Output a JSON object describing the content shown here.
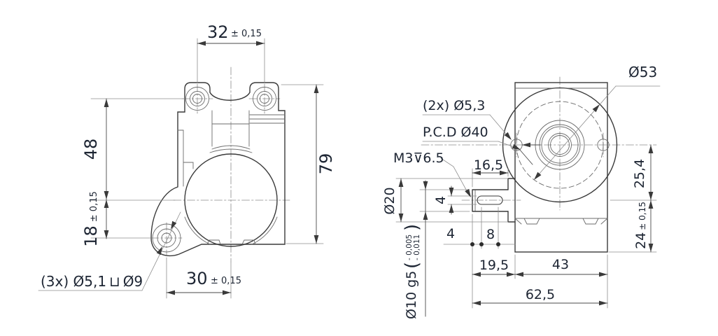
{
  "page": {
    "background": "#ffffff",
    "description": "Engineering drawing of a gearmotor, front and side orthographic views with dimensions"
  },
  "drawing": {
    "colors": {
      "outline": "#3a3a3a",
      "thin_line": "#6b6b6b",
      "aux_line": "#8d8d8d",
      "text": "#1d2533"
    },
    "front_view": {
      "dim_width_top": {
        "value": "32",
        "tol": "± 0,15"
      },
      "dim_height_upper": {
        "value": "48"
      },
      "dim_height_lower": {
        "value": "18",
        "tol": "± 0,15"
      },
      "dim_height_overall": {
        "value": "79"
      },
      "dim_width_bottom": {
        "value": "30",
        "tol": "± 0,15"
      },
      "note_mount_holes": {
        "prefix": "(3x) Ø5,1",
        "counterbore_symbol": "⊔",
        "counterbore_dia": "Ø9"
      }
    },
    "side_view": {
      "label_housing_dia": "Ø53",
      "label_flange_holes": "(2x) Ø5,3",
      "label_pitch_circle": "P.C.D Ø40",
      "label_tapped_hole": "M3⊽6.5",
      "dim_shaft_length": "16,5",
      "dim_boss_dia": "Ø20",
      "dim_key_width": "4",
      "dim_key_offset": "4",
      "dim_key_length": "8",
      "dim_shaft_to_face": "19,5",
      "dim_body_depth": "43",
      "dim_total_depth": "62,5",
      "dim_axis_offset": "25,4",
      "dim_base_height": {
        "value": "24",
        "tol": "± 0,15"
      },
      "shaft_fit": {
        "main": "Ø10 g5",
        "open_paren": "(",
        "tol_upper": "- 0,005",
        "tol_lower": "- 0,011",
        "close_paren": ")"
      }
    }
  }
}
